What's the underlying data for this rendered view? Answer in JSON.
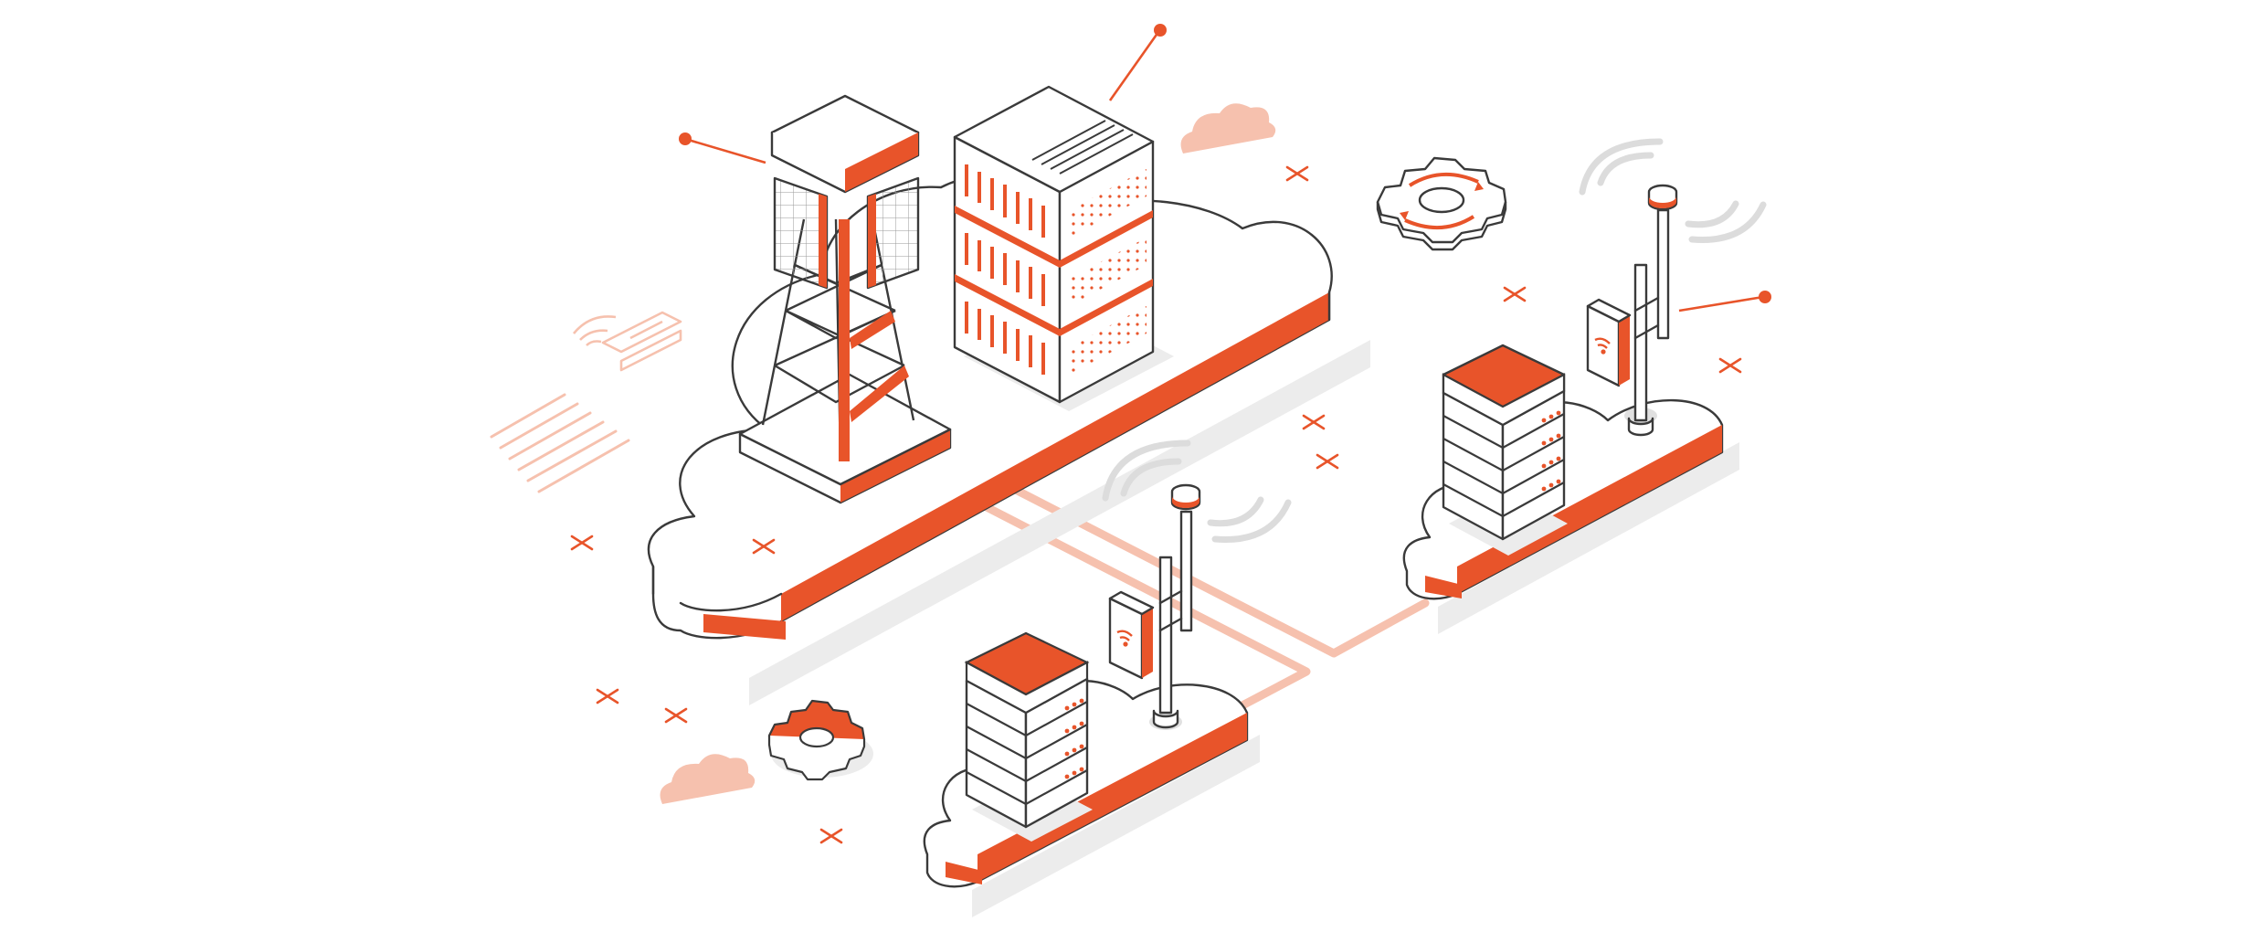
{
  "illustration": {
    "colors": {
      "accent": "#e8542a",
      "accent_light": "#f6c1ae",
      "outline": "#3a3a3a",
      "shadow": "#ececec",
      "surface": "#ffffff",
      "background": "#ffffff"
    },
    "icons": [
      "cloud-platform",
      "cell-tower",
      "server-rack",
      "server-stack",
      "antenna-mast",
      "wifi-signal-icon",
      "gear-icon",
      "sync-gear-icon",
      "signal-waves",
      "close-mark",
      "small-cloud",
      "connection-line",
      "network-card",
      "hatch-lines"
    ]
  }
}
